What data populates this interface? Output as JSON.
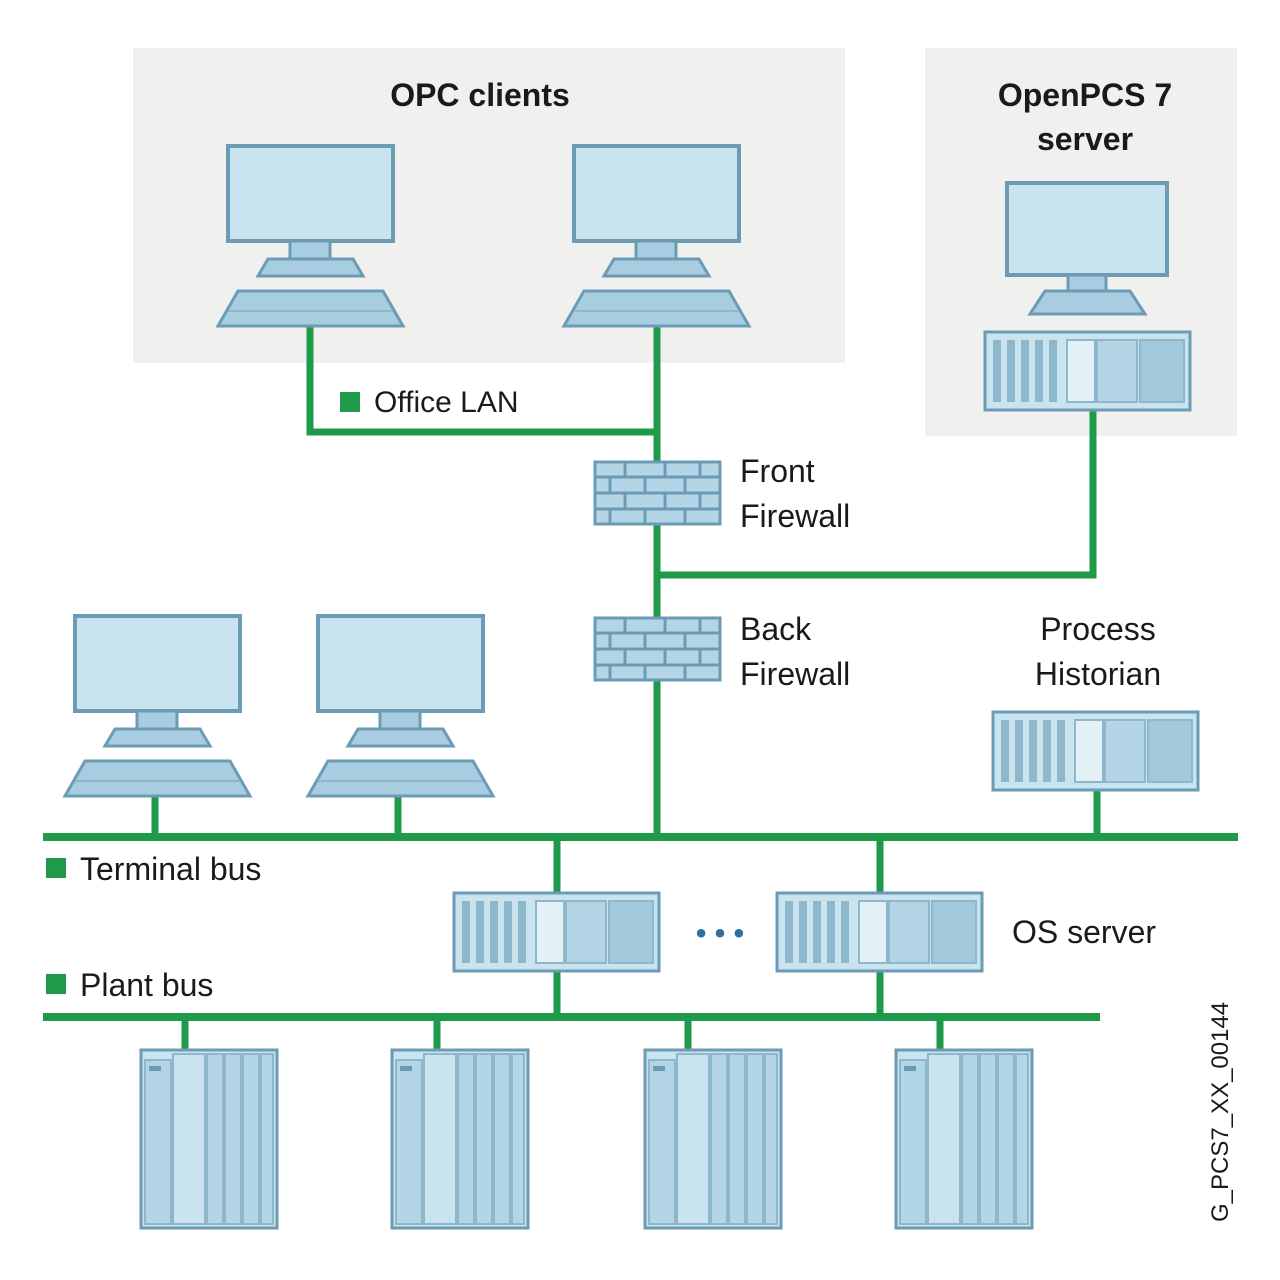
{
  "groups": {
    "opc_clients": "OPC clients",
    "openpcs_server_line1": "OpenPCS 7",
    "openpcs_server_line2": "server"
  },
  "networks": {
    "office_lan": "Office LAN",
    "terminal_bus": "Terminal bus",
    "plant_bus": "Plant bus"
  },
  "devices": {
    "front_firewall_line1": "Front",
    "front_firewall_line2": "Firewall",
    "back_firewall_line1": "Back",
    "back_firewall_line2": "Firewall",
    "process_historian_line1": "Process",
    "process_historian_line2": "Historian",
    "os_server": "OS server",
    "ellipsis": "• • •"
  },
  "figure_id": "G_PCS7_XX_00144",
  "colors": {
    "network_line": "#1e9a4a",
    "device_fill": "#c9e3ef",
    "device_stroke": "#6b9bb5",
    "group_background": "#f0f0ef"
  }
}
